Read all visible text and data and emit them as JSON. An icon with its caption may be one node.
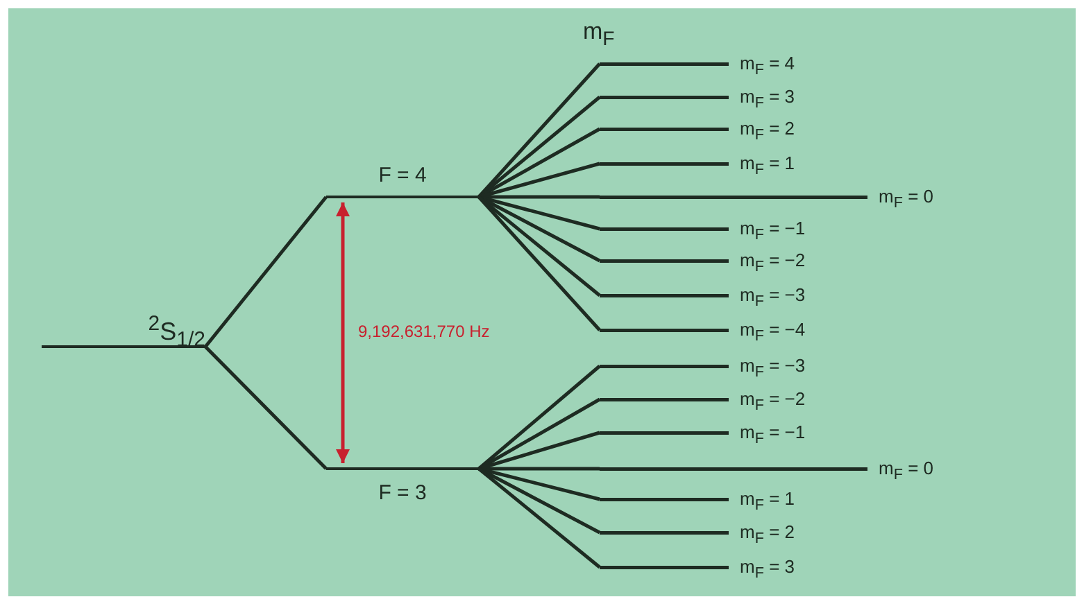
{
  "diagram": {
    "nodes": [
      {
        "text": [
          "$^{2}$S$_{1/2}$"
        ]
      },
      {
        "text": [
          "F = 4"
        ]
      },
      {
        "text": [
          "F = 3"
        ]
      },
      {
        "text": [
          "m$_{F}$ = 4"
        ]
      },
      {
        "text": [
          "m$_{F}$ = 3"
        ]
      },
      {
        "text": [
          "m$_{F}$ = 2"
        ]
      },
      {
        "text": [
          "m$_{F}$ = 1"
        ]
      },
      {
        "text": [
          "m$_{F}$ = 0"
        ]
      },
      {
        "text": [
          "m$_{F}$ = −1"
        ]
      },
      {
        "text": [
          "m$_{F}$ = −2"
        ]
      },
      {
        "text": [
          "m$_{F}$ = −3"
        ]
      },
      {
        "text": [
          "m$_{F}$ = −4"
        ]
      },
      {
        "text": [
          "m$_{F}$ = −3"
        ]
      },
      {
        "text": [
          "m$_{F}$ = −2"
        ]
      },
      {
        "text": [
          "m$_{F}$ = −1"
        ]
      },
      {
        "text": [
          "m$_{F}$ = 0"
        ]
      },
      {
        "text": [
          "m$_{F}$ = 1"
        ]
      },
      {
        "text": [
          "m$_{F}$ = 2"
        ]
      },
      {
        "text": [
          "m$_{F}$ = 3"
        ]
      }
    ],
    "edges": [
      {
        "from": 0,
        "to": 1,
        "arrow": "none"
      },
      {
        "from": 0,
        "to": 2,
        "arrow": "none"
      },
      {
        "from": 1,
        "to": 3,
        "arrow": "none"
      },
      {
        "from": 1,
        "to": 4,
        "arrow": "none"
      },
      {
        "from": 1,
        "to": 5,
        "arrow": "none"
      },
      {
        "from": 1,
        "to": 6,
        "arrow": "none"
      },
      {
        "from": 1,
        "to": 7,
        "arrow": "none"
      },
      {
        "from": 1,
        "to": 8,
        "arrow": "none"
      },
      {
        "from": 1,
        "to": 9,
        "arrow": "none"
      },
      {
        "from": 1,
        "to": 10,
        "arrow": "none"
      },
      {
        "from": 1,
        "to": 11,
        "arrow": "none"
      },
      {
        "from": 2,
        "to": 12,
        "arrow": "none"
      },
      {
        "from": 2,
        "to": 13,
        "arrow": "none"
      },
      {
        "from": 2,
        "to": 14,
        "arrow": "none"
      },
      {
        "from": 2,
        "to": 15,
        "arrow": "none"
      },
      {
        "from": 2,
        "to": 16,
        "arrow": "none"
      },
      {
        "from": 2,
        "to": 17,
        "arrow": "none"
      },
      {
        "from": 2,
        "to": 18,
        "arrow": "none"
      },
      {
        "from": 1,
        "to": 2,
        "arrow": "both",
        "label": "9,192,631,770 Hz",
        "color": "#c8202e"
      }
    ],
    "labels": [
      "m$_{F}$"
    ]
  }
}
